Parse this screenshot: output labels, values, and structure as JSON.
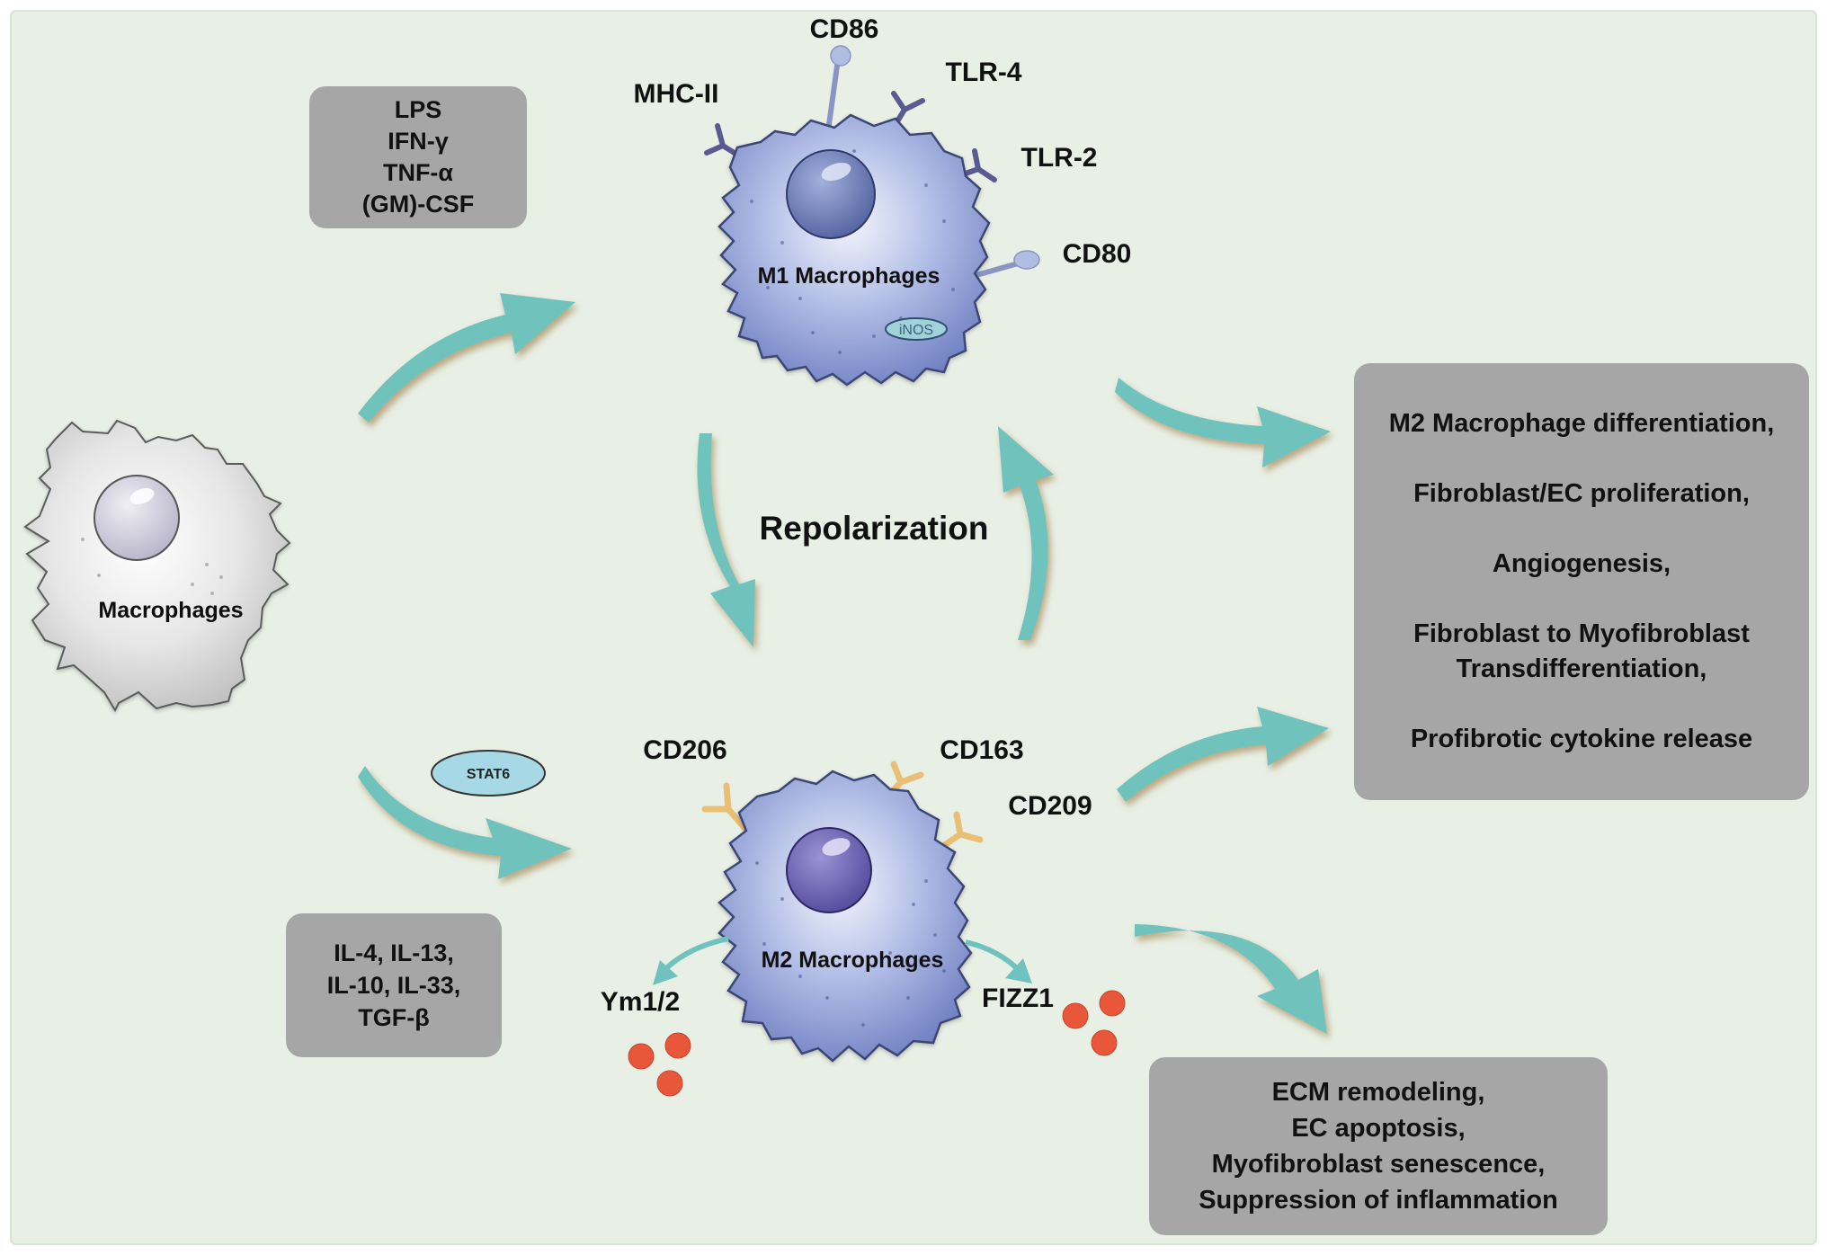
{
  "cells": {
    "m0": "Macrophages",
    "m1": "M1 Macrophages",
    "m2": "M2 Macrophages",
    "inos": "iNOS",
    "stat6": "STAT6"
  },
  "receptors": {
    "cd86": "CD86",
    "mhc2": "MHC-II",
    "tlr4": "TLR-4",
    "tlr2": "TLR-2",
    "cd80": "CD80",
    "cd206": "CD206",
    "cd163": "CD163",
    "cd209": "CD209"
  },
  "secreted": {
    "ym": "Ym1/2",
    "fizz": "FIZZ1"
  },
  "repolarization": "Repolarization",
  "m1_stimuli": [
    "LPS",
    "IFN-γ",
    "TNF-α",
    "(GM)-CSF"
  ],
  "m2_stimuli": [
    "IL-4, IL-13,",
    "IL-10, IL-33,",
    "TGF-β"
  ],
  "m2_effects": [
    "M2 Macrophage differentiation,",
    "Fibroblast/EC proliferation,",
    "Angiogenesis,",
    "Fibroblast to Myofibroblast",
    "Transdifferentiation,",
    "Profibrotic cytokine release"
  ],
  "m2_functions": [
    "ECM remodeling,",
    "EC apoptosis,",
    "Myofibroblast senescence,",
    "Suppression of inflammation"
  ],
  "colors": {
    "background": "#e8f0e6",
    "arrow": "#6fc2bd",
    "m1_cell": "#8192cc",
    "m2_cell": "#8192cc",
    "resting_cell": "#dcdcdc",
    "m1_receptor": "#5a5a92",
    "m2_receptor": "#e8bf75",
    "cytokine": "#e9573a",
    "box": "#a6a6a6"
  }
}
